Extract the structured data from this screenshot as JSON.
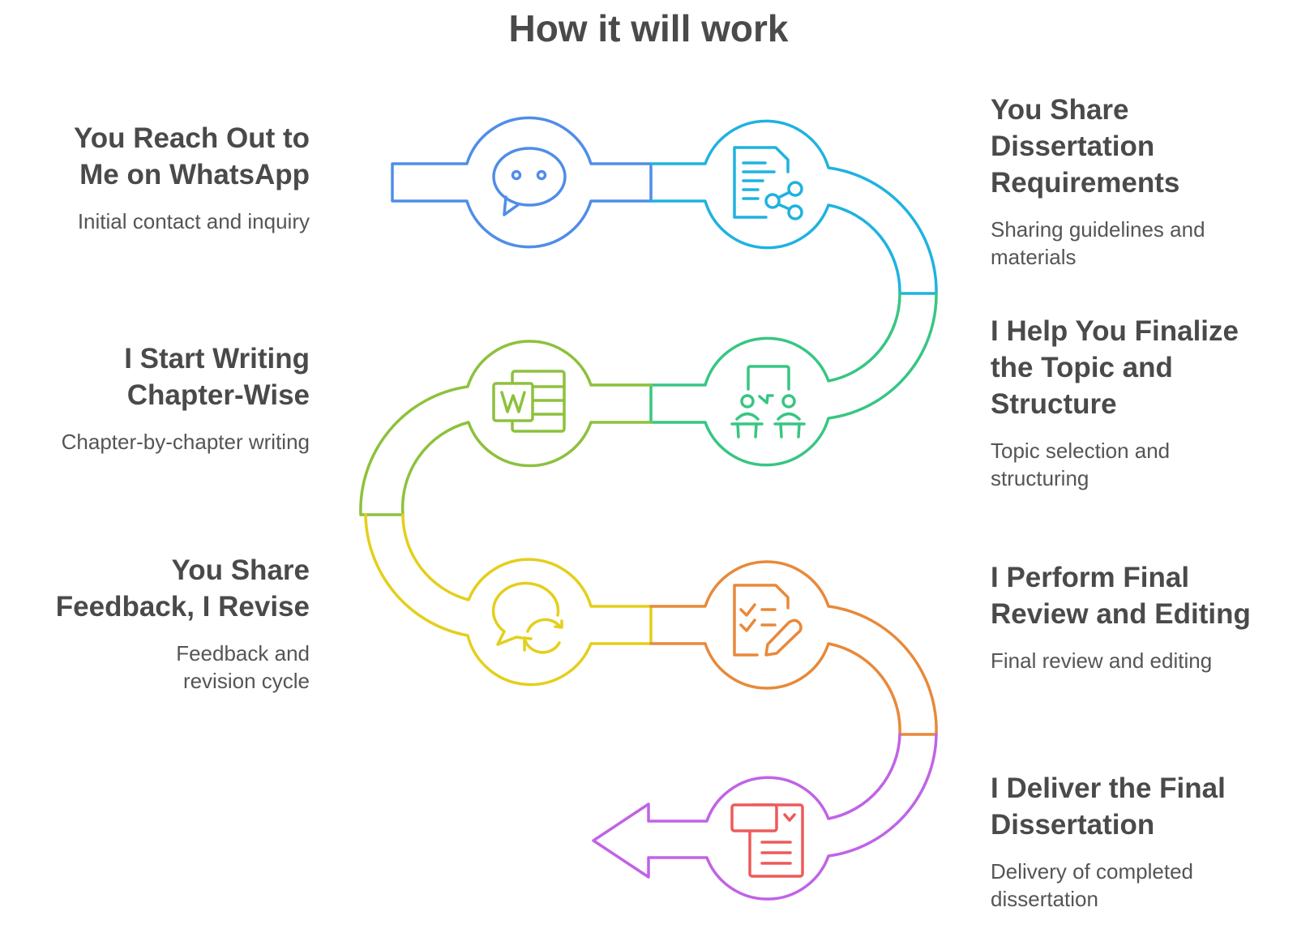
{
  "title": "How it will work",
  "steps": [
    {
      "title": "You Reach Out to Me on WhatsApp",
      "desc": "Initial contact and inquiry",
      "icon": "chat-bubble-icon",
      "color": "#4f8de8",
      "side": "left"
    },
    {
      "title": "You Share Dissertation Requirements",
      "desc": "Sharing guidelines and materials",
      "icon": "document-share-icon",
      "color": "#1fb2e0",
      "side": "right"
    },
    {
      "title": "I Help You Finalize the Topic and Structure",
      "desc": "Topic selection and structuring",
      "icon": "meeting-icon",
      "color": "#37c683",
      "side": "right"
    },
    {
      "title": "I Start Writing Chapter-Wise",
      "desc": "Chapter-by-chapter writing",
      "icon": "word-document-icon",
      "color": "#8dc13c",
      "side": "left"
    },
    {
      "title": "You Share Feedback, I Revise",
      "desc": "Feedback and revision cycle",
      "icon": "feedback-cycle-icon",
      "color": "#e4cf1a",
      "side": "left"
    },
    {
      "title": "I Perform Final Review and Editing",
      "desc": "Final review and editing",
      "icon": "checklist-edit-icon",
      "color": "#e8893a",
      "side": "right"
    },
    {
      "title": "I Deliver the Final Dissertation",
      "desc": "Delivery of completed dissertation",
      "icon": "delivery-document-icon",
      "color": "#c063e6",
      "side": "right",
      "icon_color": "#ee5a5a"
    }
  ]
}
